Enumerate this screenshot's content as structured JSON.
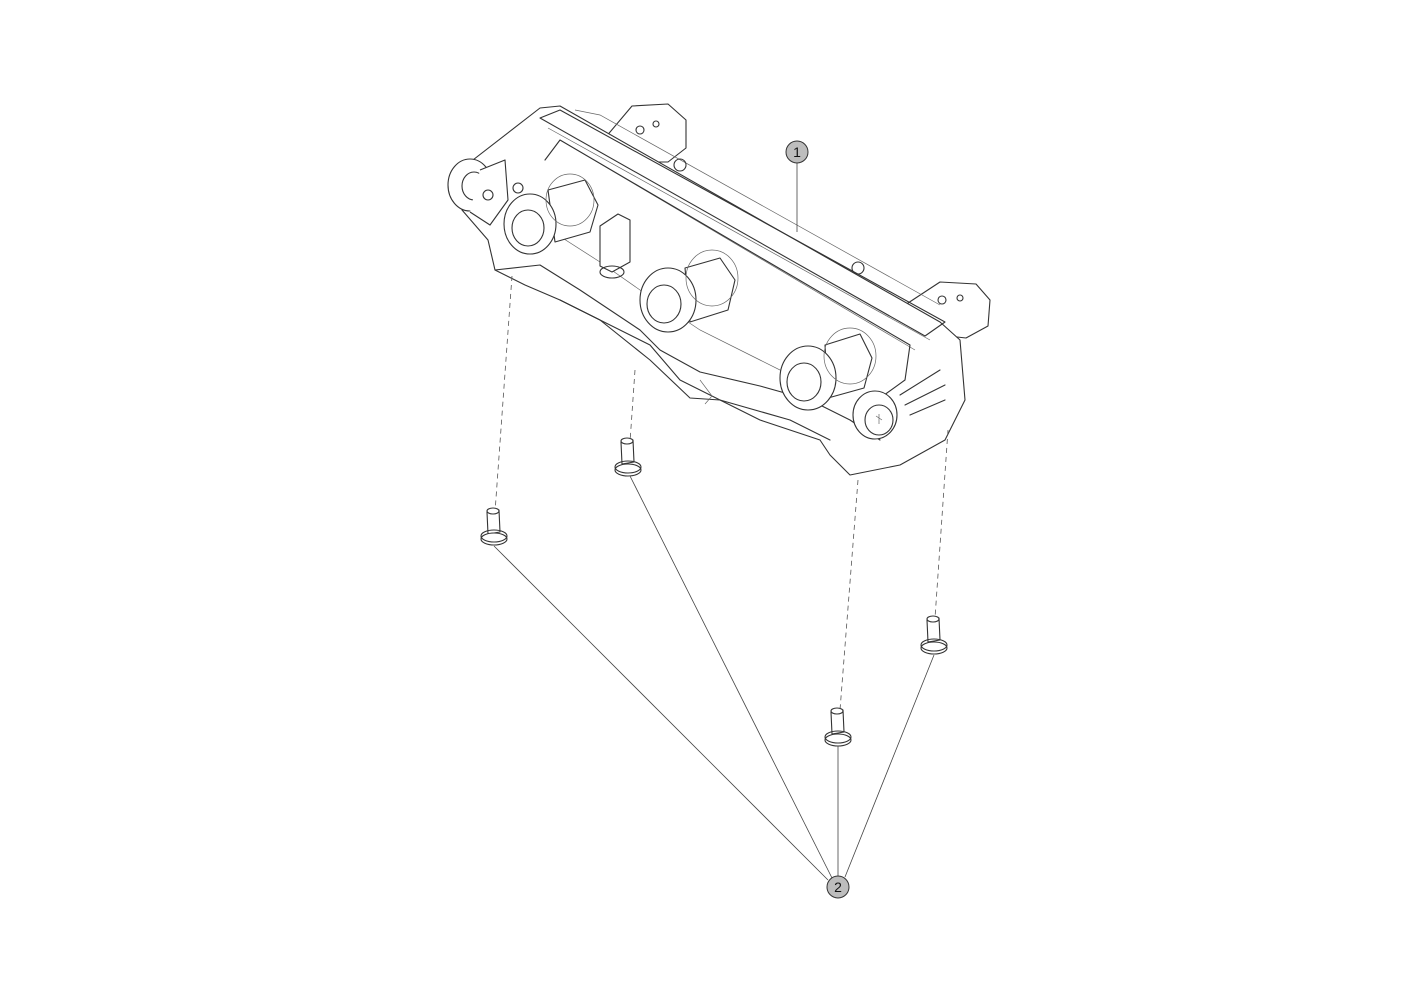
{
  "callouts": [
    {
      "id": "1",
      "label": "1"
    },
    {
      "id": "2",
      "label": "2"
    }
  ],
  "colors": {
    "line": "#333333",
    "callout_fill": "#bdbdbd",
    "background": "#ffffff"
  },
  "icons": [
    "screw-icon",
    "bracket-assembly-icon"
  ]
}
